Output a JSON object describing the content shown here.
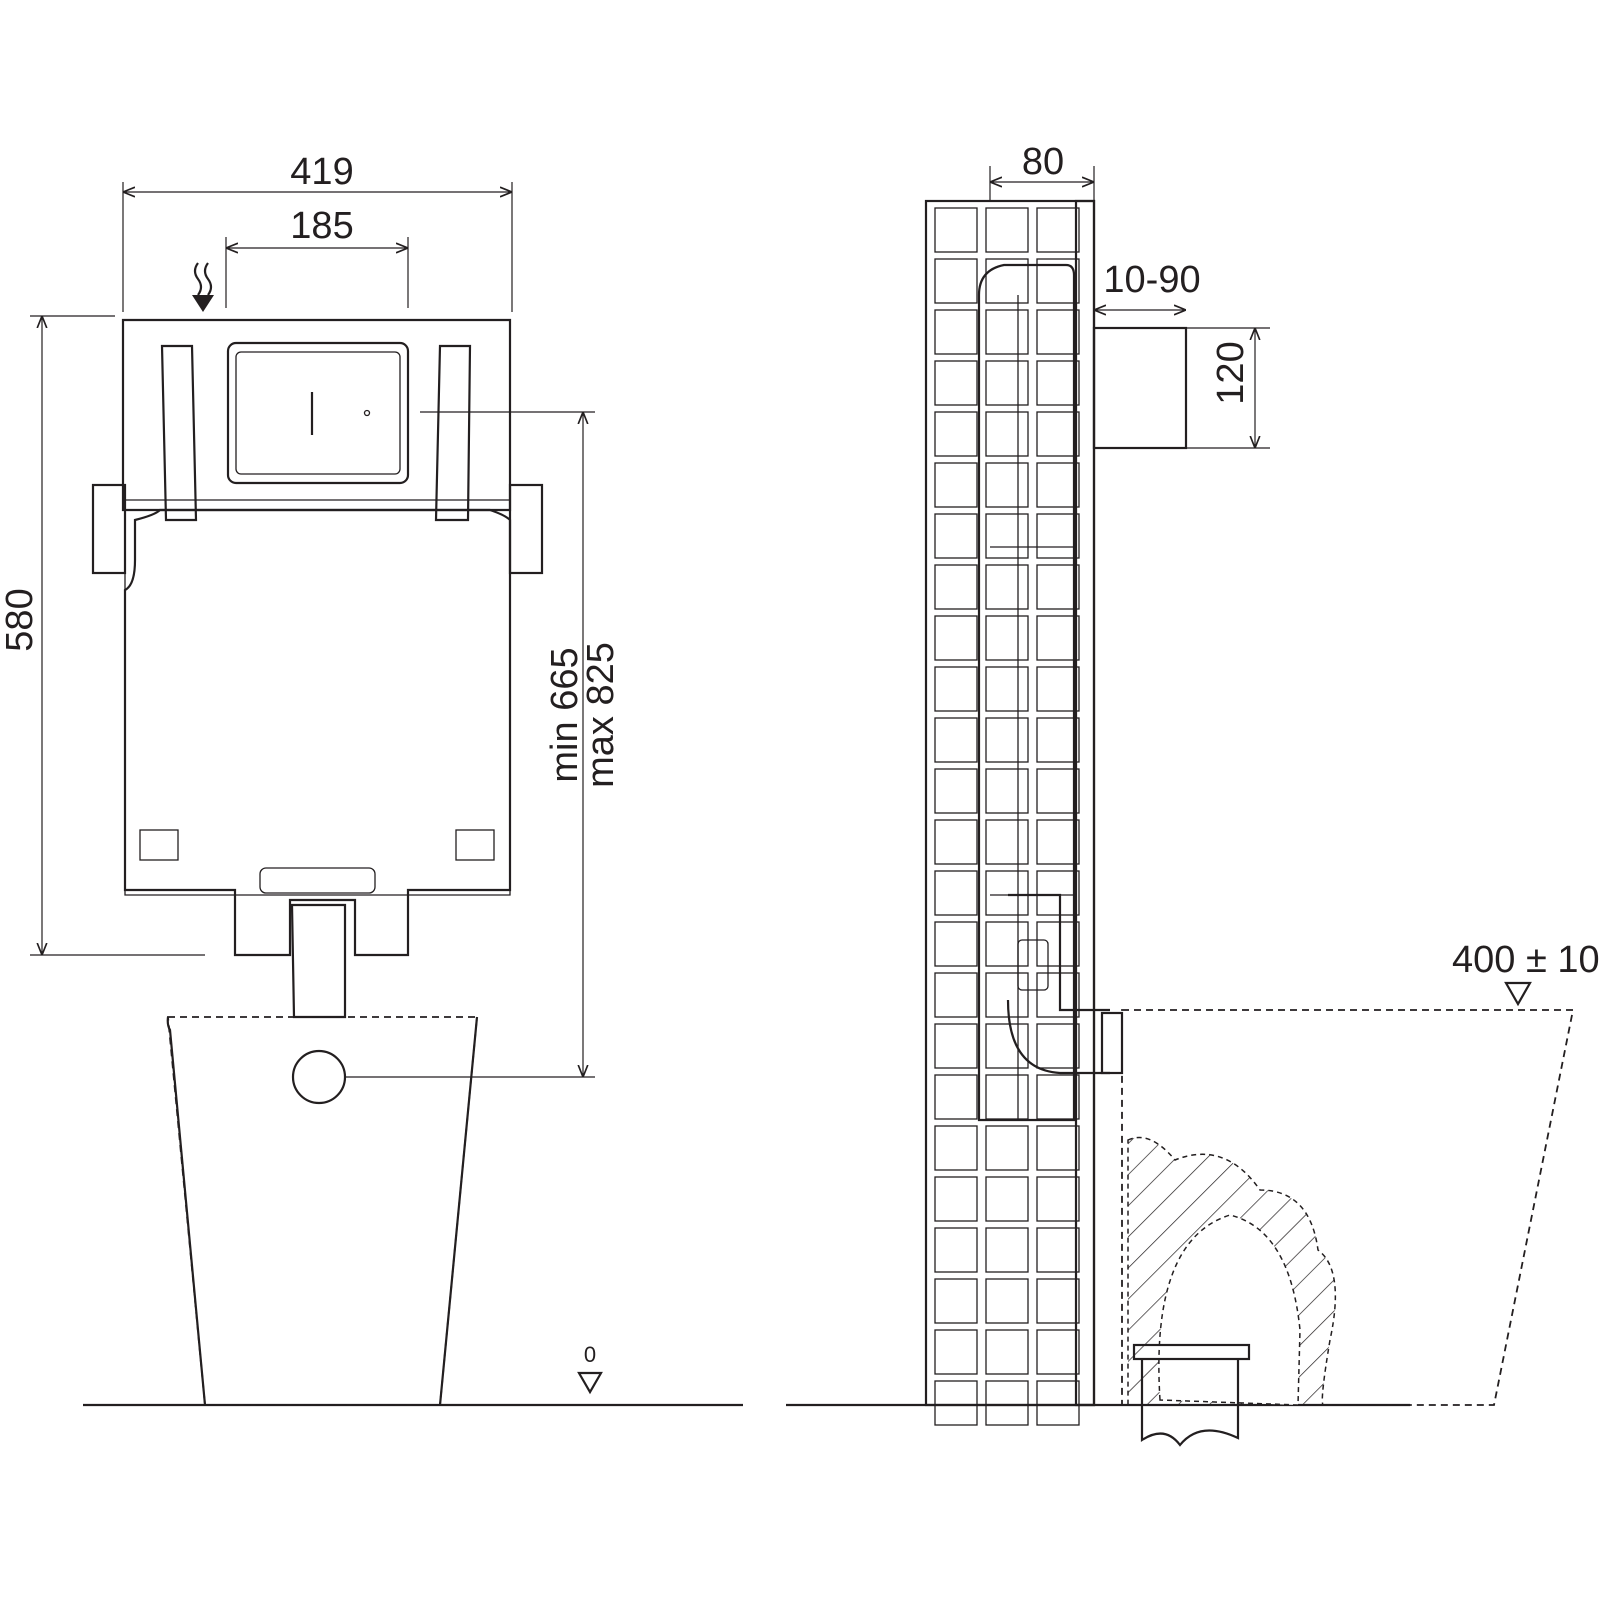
{
  "front_view": {
    "width_total": "419",
    "width_frame": "185",
    "height_cistern": "580",
    "height_outlet_min": "min 665",
    "height_outlet_max": "max 825",
    "floor_level": "0"
  },
  "side_view": {
    "depth": "80",
    "wall_thickness": "10-90",
    "flush_plate_height": "120",
    "bowl_height": "400 ± 10"
  },
  "colors": {
    "line": "#231f20",
    "background": "#ffffff"
  }
}
